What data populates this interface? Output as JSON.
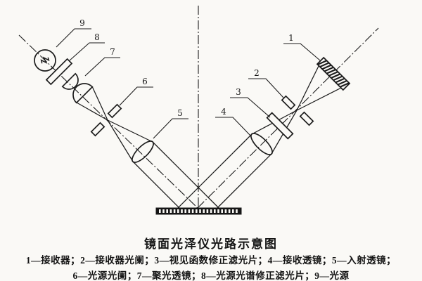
{
  "figure": {
    "title": "镜面光泽仪光路示意图",
    "legend": {
      "line1": "1—接收器；2—接收器光阑；3—视见函数修正滤光片；4—接收透镜；5—入射透镜；",
      "line2": "6—光源光阑；7—聚光透镜；8—光源光谱修正滤光片；9—光源"
    }
  },
  "callouts": [
    {
      "num": "1",
      "name": "接收器"
    },
    {
      "num": "2",
      "name": "接收器光阑"
    },
    {
      "num": "3",
      "name": "视见函数修正滤光片"
    },
    {
      "num": "4",
      "name": "接收透镜"
    },
    {
      "num": "5",
      "name": "入射透镜"
    },
    {
      "num": "6",
      "name": "光源光阑"
    },
    {
      "num": "7",
      "name": "聚光透镜"
    },
    {
      "num": "8",
      "name": "光源光谱修正滤光片"
    },
    {
      "num": "9",
      "name": "光源"
    }
  ],
  "colors": {
    "ink": "#1c1c1c",
    "paper": "#faf9f6"
  }
}
